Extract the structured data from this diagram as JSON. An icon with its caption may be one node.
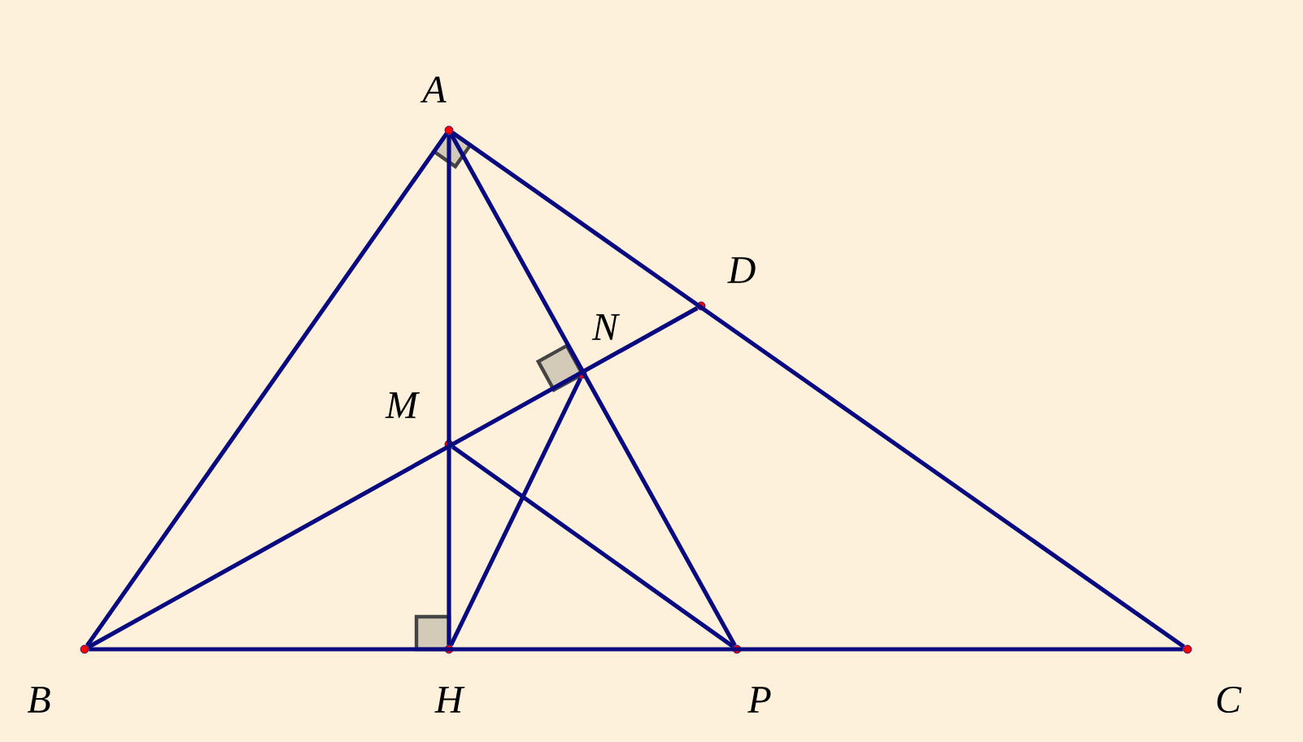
{
  "diagram": {
    "nodes": [
      {
        "text": [
          "A"
        ]
      },
      {
        "text": [
          "D"
        ]
      },
      {
        "text": [
          "N"
        ]
      },
      {
        "text": [
          "M"
        ]
      },
      {
        "text": [
          "B"
        ]
      },
      {
        "text": [
          "H"
        ]
      },
      {
        "text": [
          "P"
        ]
      },
      {
        "text": [
          "C"
        ]
      }
    ],
    "edges": [
      {
        "from": 0,
        "to": 4,
        "arrow": "none"
      },
      {
        "from": 0,
        "to": 7,
        "arrow": "none"
      },
      {
        "from": 4,
        "to": 7,
        "arrow": "none"
      },
      {
        "from": 0,
        "to": 5,
        "arrow": "none"
      },
      {
        "from": 4,
        "to": 1,
        "arrow": "none"
      },
      {
        "from": 0,
        "to": 6,
        "arrow": "none"
      },
      {
        "from": 3,
        "to": 6,
        "arrow": "none"
      },
      {
        "from": 2,
        "to": 5,
        "arrow": "none"
      }
    ]
  }
}
